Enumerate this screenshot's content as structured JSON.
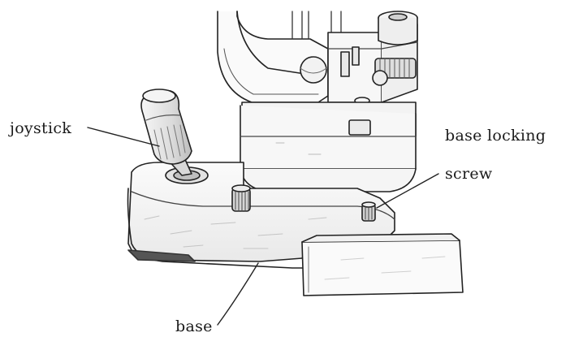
{
  "labels": {
    "joystick": "joystick",
    "base_locking_line1": "base locking",
    "base_locking_line2": "screw",
    "base": "base"
  }
}
